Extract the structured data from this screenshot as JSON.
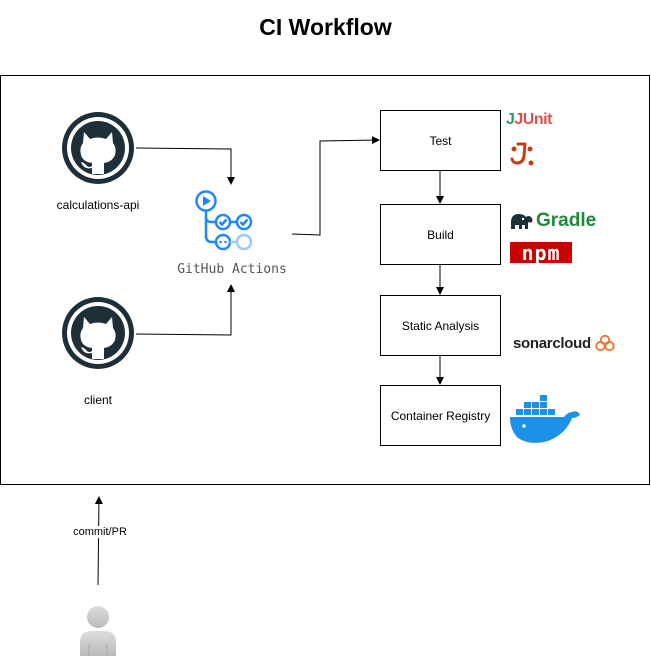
{
  "title": "CI Workflow",
  "repos": [
    {
      "label": "calculations-api",
      "icon": "github-octocat-icon"
    },
    {
      "label": "client",
      "icon": "github-octocat-icon"
    }
  ],
  "actions": {
    "label": "GitHub Actions",
    "icon": "github-actions-icon"
  },
  "stages": [
    {
      "label": "Test",
      "logos": [
        "junit-logo",
        "jest-logo"
      ]
    },
    {
      "label": "Build",
      "logos": [
        "gradle-logo",
        "npm-logo"
      ]
    },
    {
      "label": "Static Analysis",
      "logos": [
        "sonarcloud-logo"
      ]
    },
    {
      "label": "Container Registry",
      "logos": [
        "docker-logo"
      ]
    }
  ],
  "logos": {
    "junit": "JUnit",
    "gradle": "Gradle",
    "npm": "npm",
    "sonarcloud": "sonarcloud"
  },
  "trigger": {
    "label": "commit/PR",
    "icon": "user-icon"
  },
  "colors": {
    "github": "#1f2f3a",
    "actions_blue": "#2088ff",
    "junit_green": "#25a162",
    "junit_red": "#dc524a",
    "jest": "#c63d14",
    "gradle": "#1f8a3b",
    "npm": "#cb0000",
    "sonar_orange": "#f3702a",
    "docker": "#1d91e6",
    "user_gray": "#cccccc"
  }
}
